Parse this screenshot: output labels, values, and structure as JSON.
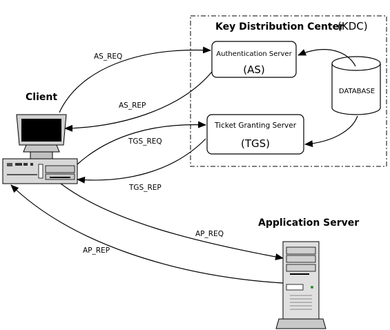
{
  "kdc": {
    "title": "Key Distribution Center",
    "abbr": "(KDC)"
  },
  "as_box": {
    "name": "Authentication Server",
    "abbr": "(AS)"
  },
  "tgs_box": {
    "name": "Ticket Granting Server",
    "abbr": "(TGS)"
  },
  "database": {
    "label": "DATABASE"
  },
  "client": {
    "label": "Client"
  },
  "app_server": {
    "label": "Application Server"
  },
  "messages": {
    "as_req": "AS_REQ",
    "as_rep": "AS_REP",
    "tgs_req": "TGS_REQ",
    "tgs_rep": "TGS_REP",
    "ap_req": "AP_REQ",
    "ap_rep": "AP_REP"
  }
}
